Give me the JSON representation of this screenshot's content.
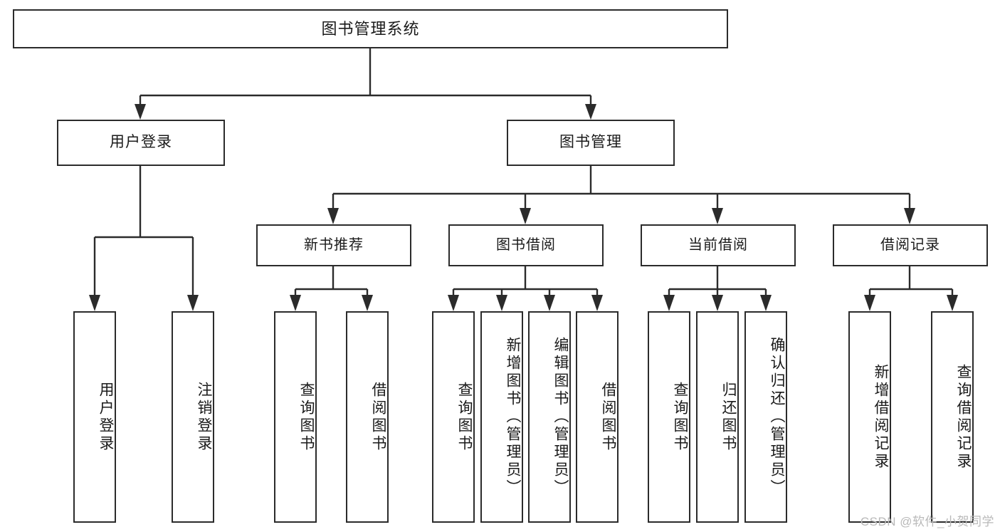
{
  "diagram": {
    "title": "图书管理系统",
    "type": "hierarchy-tree",
    "root": {
      "label": "图书管理系统"
    },
    "level2": [
      {
        "label": "用户登录"
      },
      {
        "label": "图书管理"
      }
    ],
    "level3": [
      {
        "label": "新书推荐"
      },
      {
        "label": "图书借阅"
      },
      {
        "label": "当前借阅"
      },
      {
        "label": "借阅记录"
      }
    ],
    "leaves": [
      {
        "label": "用户登录",
        "parent": "用户登录"
      },
      {
        "label": "注销登录",
        "parent": "用户登录"
      },
      {
        "label": "查询图书",
        "parent": "新书推荐"
      },
      {
        "label": "借阅图书",
        "parent": "新书推荐"
      },
      {
        "label": "查询图书",
        "parent": "图书借阅"
      },
      {
        "label": "新增图书（管理员）",
        "parent": "图书借阅"
      },
      {
        "label": "编辑图书（管理员）",
        "parent": "图书借阅"
      },
      {
        "label": "借阅图书",
        "parent": "图书借阅"
      },
      {
        "label": "查询图书",
        "parent": "当前借阅"
      },
      {
        "label": "归还图书",
        "parent": "当前借阅"
      },
      {
        "label": "确认归还（管理员）",
        "parent": "当前借阅"
      },
      {
        "label": "新增借阅记录",
        "parent": "借阅记录"
      },
      {
        "label": "查询借阅记录",
        "parent": "借阅记录"
      }
    ]
  },
  "watermark": {
    "text": "CSDN @软件_小贺同学"
  },
  "colors": {
    "stroke": "#2b2b2b",
    "background": "#ffffff",
    "text": "#1a1a1a",
    "watermark": "#b9b9b9"
  }
}
